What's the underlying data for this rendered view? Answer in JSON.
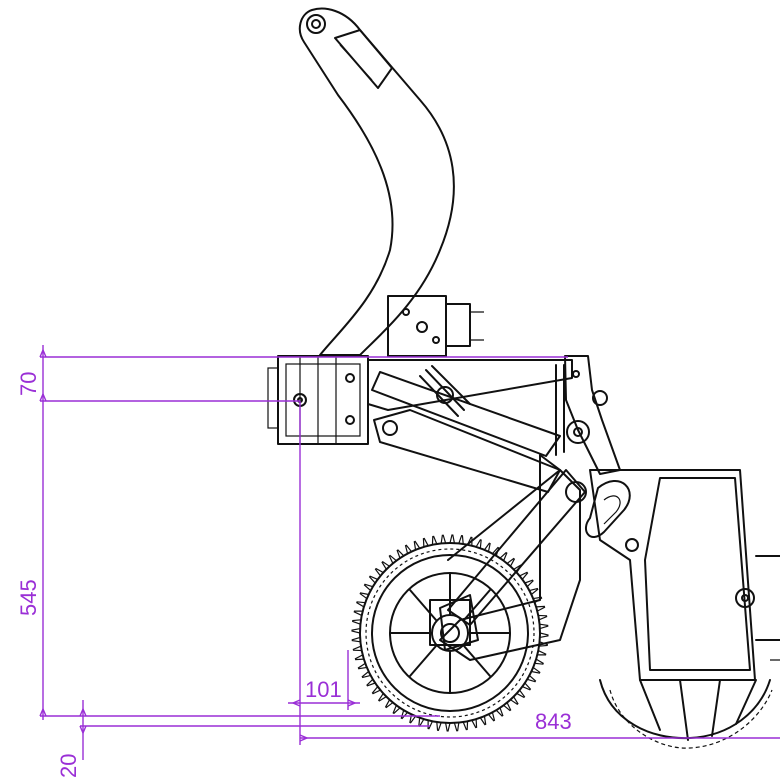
{
  "colors": {
    "line": "#111111",
    "dimension": "#9a2fd6",
    "background": "#ffffff"
  },
  "dimensions": {
    "top_offset": "70",
    "height": "545",
    "ground_offset": "20",
    "hitch_offset": "101",
    "overall_length": "843"
  }
}
